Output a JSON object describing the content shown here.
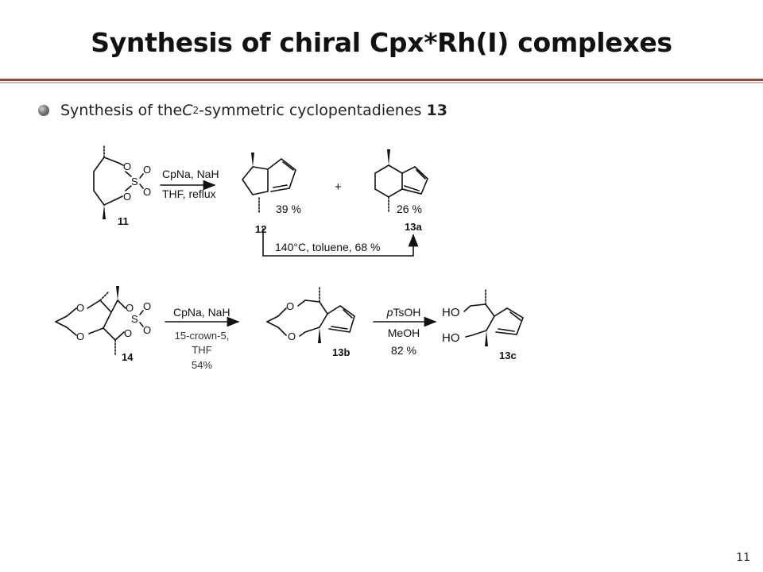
{
  "slide": {
    "title": "Synthesis of chiral Cpx*Rh(I) complexes",
    "bullet": {
      "prefix": "Synthesis of the ",
      "sym_letter": "C",
      "sym_sub": "2",
      "suffix": "-symmetric cyclopentadienes ",
      "bold": "13"
    },
    "page_number": "11"
  },
  "scheme1": {
    "cmpd_11": "11",
    "reagent_top": "CpNa, NaH",
    "reagent_bottom": "THF, reflux",
    "cmpd_12": "12",
    "yield_12": "39 %",
    "plus": "+",
    "cmpd_13a": "13a",
    "yield_13a": "26 %",
    "isomerization": "140°C, toluene, 68 %",
    "atom_O": "O",
    "atom_S": "S"
  },
  "scheme2": {
    "cmpd_14": "14",
    "reagent_top": "CpNa, NaH",
    "reagent_line2": "15-crown-5,",
    "reagent_line3": "THF",
    "reagent_line4": "54%",
    "cmpd_13b": "13b",
    "reagent2_top_italic": "p",
    "reagent2_top_rest": "TsOH",
    "reagent2_mid": "MeOH",
    "reagent2_yield": "82 %",
    "cmpd_13c": "13c",
    "atom_HO": "HO",
    "atom_O": "O",
    "atom_S": "S"
  }
}
